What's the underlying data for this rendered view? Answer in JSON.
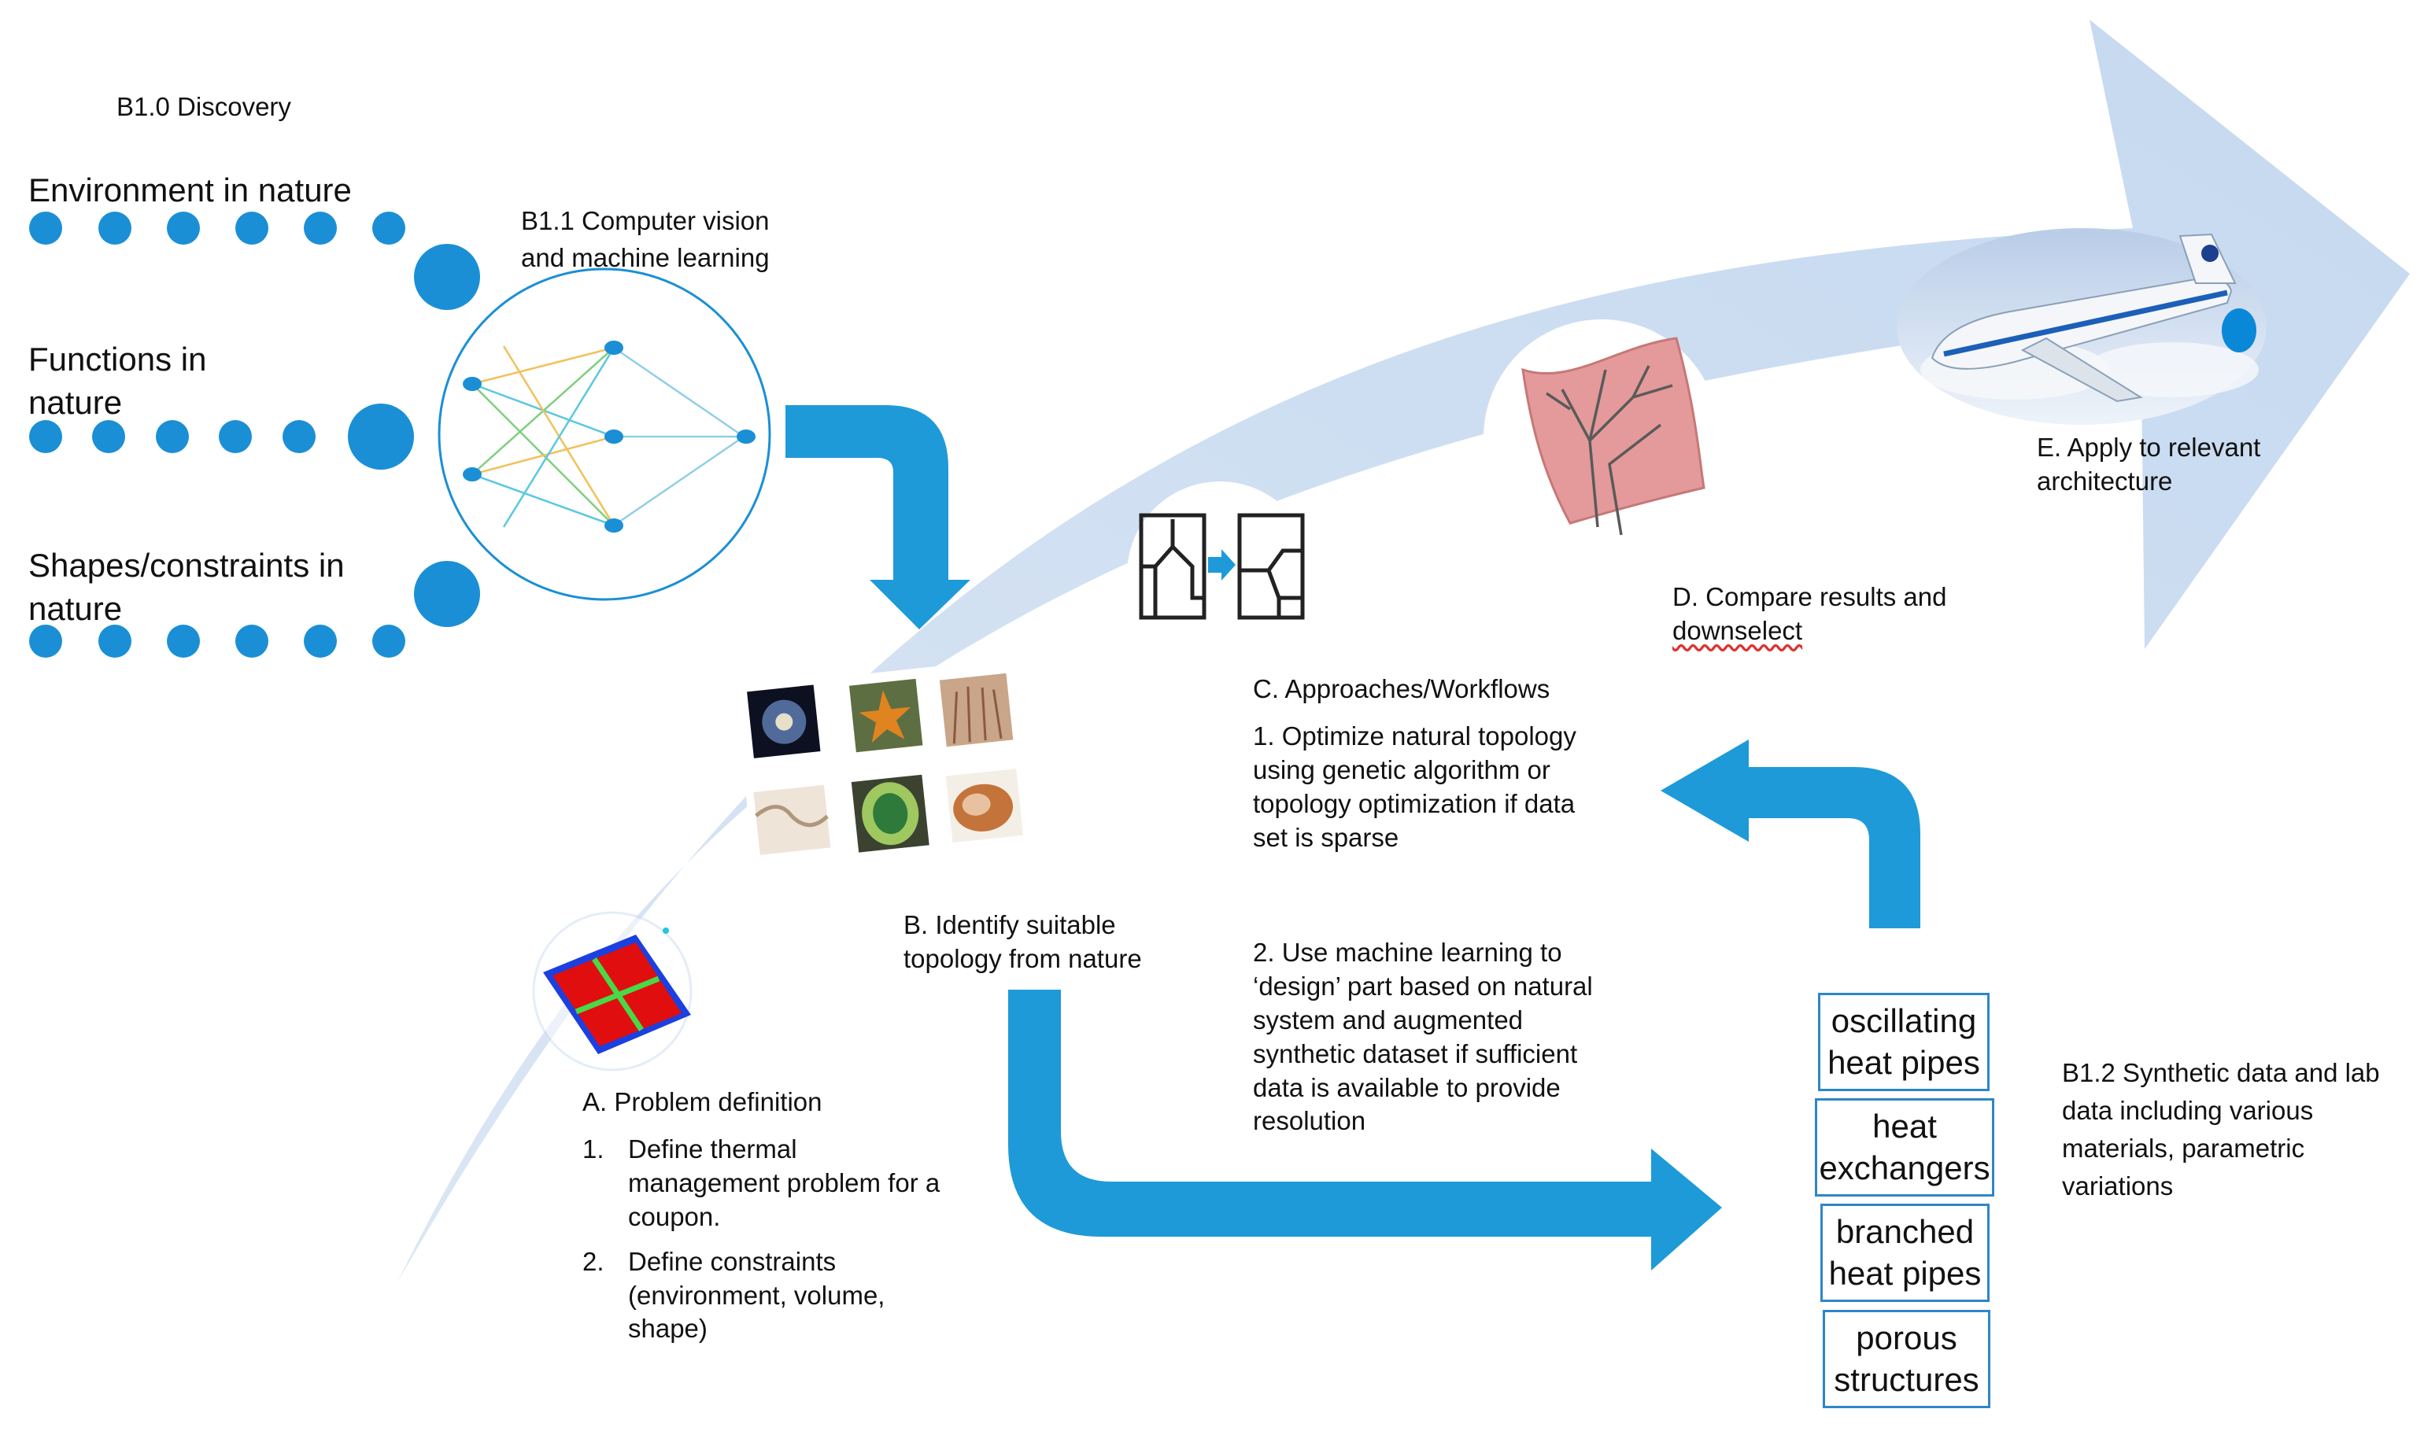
{
  "discovery_label": "B1.0 Discovery",
  "nature_inputs": [
    {
      "label": "Environment in nature"
    },
    {
      "label": "Functions in\nnature"
    },
    {
      "label": "Shapes/constraints in\nnature"
    }
  ],
  "cv_ml_label": "B1.1 Computer vision\nand machine learning",
  "stages": {
    "a": {
      "title": "A. Problem definition",
      "steps": [
        {
          "num": "1.",
          "text": "Define thermal management problem for a coupon."
        },
        {
          "num": "2.",
          "text": " Define constraints (environment, volume, shape)"
        }
      ]
    },
    "b": {
      "title": "B. Identify suitable\ntopology from nature"
    },
    "c": {
      "title": "C. Approaches/Workflows",
      "step1": "1. Optimize natural topology using genetic algorithm or topology optimization if data set is sparse",
      "step2": "2. Use machine learning to ‘design’ part based on natural system and augmented synthetic dataset if sufficient data is available to provide resolution"
    },
    "d": {
      "title_line1": "D. Compare results and",
      "title_line2": "downselect"
    },
    "e": {
      "title": "E. Apply to relevant\narchitecture"
    }
  },
  "synthetic_boxes": [
    {
      "label": "oscillating\nheat pipes"
    },
    {
      "label": "heat\nexchangers"
    },
    {
      "label": "branched\nheat pipes"
    },
    {
      "label": "porous\nstructures"
    }
  ],
  "synthetic_label": "B1.2 Synthetic data and lab\ndata including various\nmaterials, parametric\nvariations",
  "colors": {
    "dot_blue": "#1a8fd6",
    "arrow_blue": "#1e9ad8",
    "big_arrow": "#cfdff1",
    "box_border": "#2e86c8"
  }
}
